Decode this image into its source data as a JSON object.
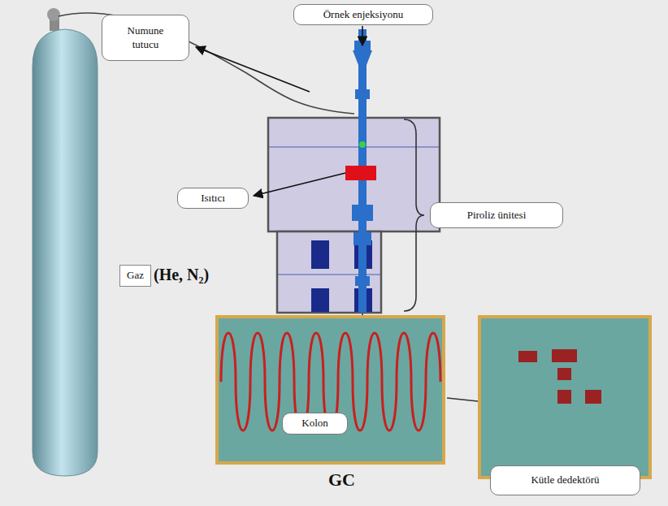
{
  "diagram": {
    "nodes": [
      {
        "text": [
          "Örnek enjeksiyonu"
        ]
      },
      {
        "text": [
          "Numune tutucu"
        ]
      },
      {
        "text": [
          "Isıtıcı"
        ]
      },
      {
        "text": [
          "Piroliz ünitesi"
        ]
      },
      {
        "text": [
          "Gaz"
        ]
      },
      {
        "text": [
          "GC"
        ]
      },
      {
        "text": [
          "Kolon"
        ],
        "in": 5
      },
      {
        "text": [
          "Kütle dedektörü"
        ]
      }
    ],
    "labels": [
      "(He, N₂)"
    ]
  }
}
